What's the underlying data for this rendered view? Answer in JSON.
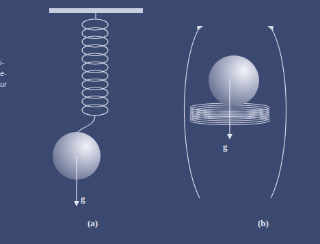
{
  "diagram": {
    "labels": [
      "g",
      "g",
      "(a)",
      "(b)",
      "i-",
      "e-",
      "ur"
    ]
  }
}
